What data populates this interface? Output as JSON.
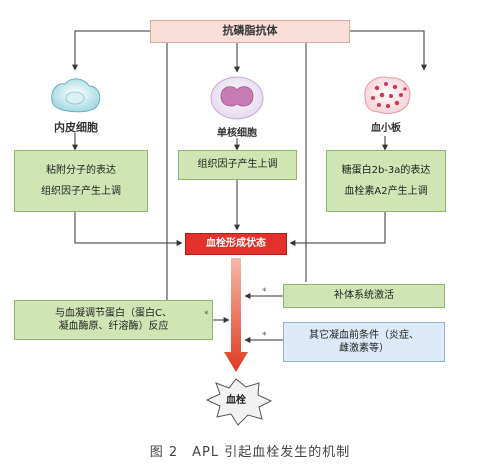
{
  "top": {
    "label": "抗磷脂抗体"
  },
  "cells": [
    {
      "label": "内皮细胞",
      "icon": "endothelial-cell-icon"
    },
    {
      "label": "单核细胞",
      "icon": "monocyte-icon"
    },
    {
      "label": "血小板",
      "icon": "platelet-icon"
    }
  ],
  "effects": [
    {
      "lines": [
        "粘附分子的表达",
        "组织因子产生上调"
      ]
    },
    {
      "lines": [
        "组织因子产生上调"
      ]
    },
    {
      "lines": [
        "糖蛋白2b-3a的表达",
        "血栓素A2产生上调"
      ]
    }
  ],
  "state": {
    "label": "血栓形成状态"
  },
  "left_box": {
    "lines": [
      "与血凝调节蛋白（蛋白C、",
      "凝血酶原、纤溶酶）反应"
    ]
  },
  "complement": {
    "label": "补体系统激活"
  },
  "other": {
    "lines": [
      "其它凝血前条件（炎症、",
      "雌激素等）"
    ]
  },
  "result": {
    "label": "血栓"
  },
  "marks": {
    "star": "*"
  },
  "caption": {
    "text": "图 2　APL 引起血栓发生的机制"
  },
  "colors": {
    "top_fill": "#f8ded6",
    "green_fill": "#cfe6b4",
    "blue_fill": "#dbeaf6",
    "state_fill": "#e1312a",
    "arrow": "#e24a2c"
  }
}
